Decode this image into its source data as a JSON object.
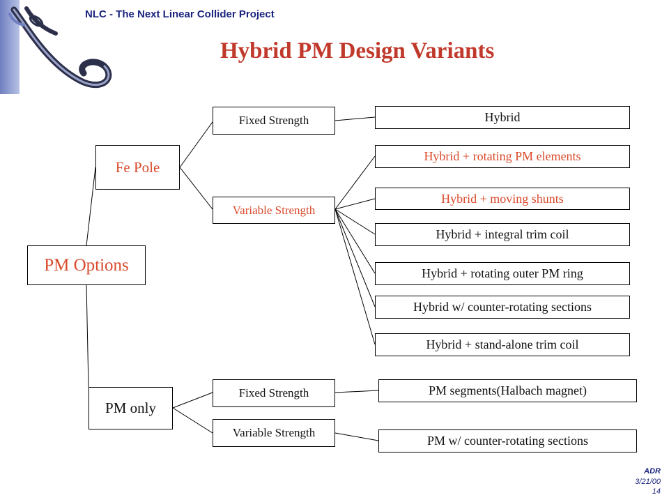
{
  "header": {
    "project": "NLC - The Next Linear Collider Project",
    "title": "Hybrid PM Design Variants"
  },
  "tree": {
    "root": "PM Options",
    "fe_pole": "Fe Pole",
    "pm_only": "PM only",
    "fe_fixed": "Fixed Strength",
    "fe_variable": "Variable Strength",
    "pm_fixed": "Fixed Strength",
    "pm_variable": "Variable Strength",
    "leaf_hybrid": "Hybrid",
    "leaf_rotating_pm": "Hybrid + rotating PM elements",
    "leaf_moving_shunts": "Hybrid + moving shunts",
    "leaf_integral_trim": "Hybrid + integral trim coil",
    "leaf_outer_ring": "Hybrid + rotating outer PM ring",
    "leaf_counter_rotating": "Hybrid w/ counter-rotating sections",
    "leaf_standalone_trim": "Hybrid + stand-alone trim coil",
    "leaf_pm_segments": "PM segments(Halbach magnet)",
    "leaf_pm_counter_rotating": "PM w/ counter-rotating sections"
  },
  "footer": {
    "author": "ADR",
    "date": "3/21/00",
    "page": "14"
  },
  "colors": {
    "title": "#c0392b",
    "highlight": "#d9492b",
    "header": "#1a237e"
  }
}
